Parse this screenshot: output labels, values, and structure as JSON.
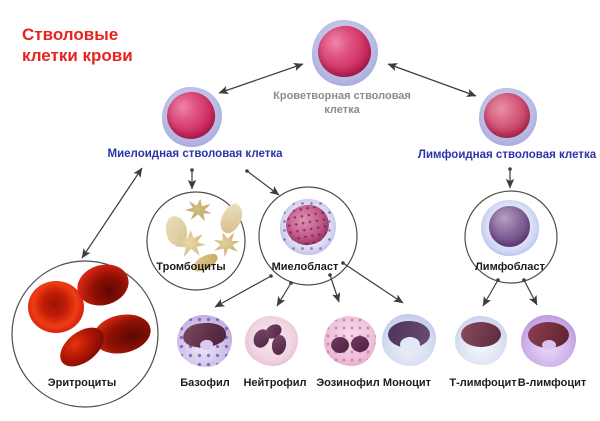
{
  "title": {
    "line1": "Стволовые",
    "line2": "клетки крови"
  },
  "colors": {
    "title_red": "#e8231d",
    "label_blue": "#2b35a7",
    "label_gray": "#8c8c8c",
    "label_black": "#1d1d1b",
    "arrow_gray": "#3d3d3d",
    "cell_crimson": "#ce2e62",
    "cell_lavender": "#a9ade0",
    "erythrocyte_red": "#d42611",
    "platelet_tan": "#dcc48e"
  },
  "cells": {
    "hematopoietic": {
      "label": "Кроветворная  стволовая клетка"
    },
    "myeloid": {
      "label": "Миелоидная стволовая клетка"
    },
    "lymphoid": {
      "label": "Лимфоидная стволовая клетка"
    },
    "platelets": {
      "label": "Тромбоциты"
    },
    "myeloblast": {
      "label": "Миелобласт"
    },
    "lymphoblast": {
      "label": "Лимфобласт"
    },
    "erythrocytes": {
      "label": "Эритроциты"
    },
    "basophil": {
      "label": "Базофил"
    },
    "neutrophil": {
      "label": "Нейтрофил"
    },
    "eosinophil": {
      "label": "Эозинофил"
    },
    "monocyte": {
      "label": "Моноцит"
    },
    "t_lymphocyte": {
      "label": "Т-лимфоцит"
    },
    "b_lymphocyte": {
      "label": "В-лимфоцит"
    }
  }
}
